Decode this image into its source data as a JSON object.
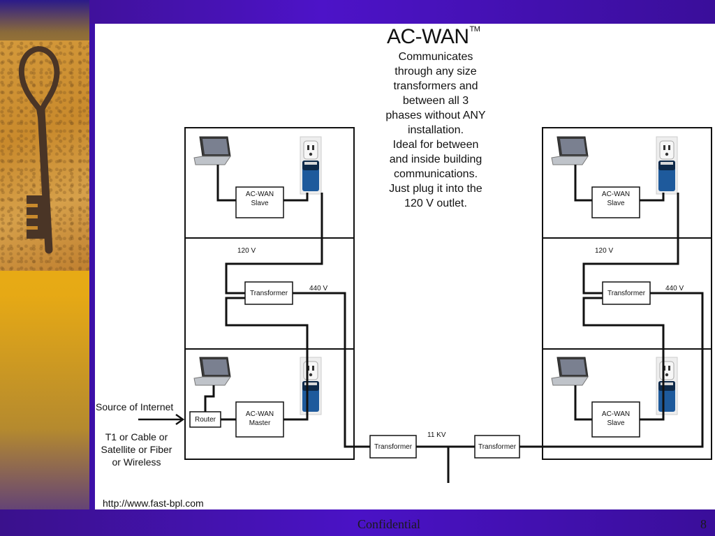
{
  "slide": {
    "footer_center": "Confidential",
    "page_number": "8",
    "source_url": "http://www.fast-bpl.com"
  },
  "heading": {
    "title": "AC-WAN",
    "trademark": "TM",
    "description_lines": [
      "Communicates",
      "through any size",
      "transformers and",
      "between all 3",
      "phases without ANY",
      "installation.",
      "Ideal for between",
      "and inside building",
      "communications.",
      "Just plug it into the",
      "120 V outlet."
    ]
  },
  "internet_source": {
    "label": "Source of Internet",
    "options_lines": [
      "T1 or Cable or",
      "Satellite or Fiber",
      "or Wireless"
    ]
  },
  "diagram": {
    "left_building": {
      "slave_line1": "AC-WAN",
      "slave_line2": "Slave",
      "voltage_low": "120 V",
      "voltage_high": "440 V",
      "transformer": "Transformer",
      "master_line1": "AC-WAN",
      "master_line2": "Master",
      "router": "Router"
    },
    "right_building": {
      "slave_top_line1": "AC-WAN",
      "slave_top_line2": "Slave",
      "voltage_low": "120 V",
      "voltage_high": "440 V",
      "transformer": "Transformer",
      "slave_bottom_line1": "AC-WAN",
      "slave_bottom_line2": "Slave"
    },
    "grid": {
      "transformer_left": "Transformer",
      "transformer_right": "Transformer",
      "voltage": "11 KV"
    }
  }
}
